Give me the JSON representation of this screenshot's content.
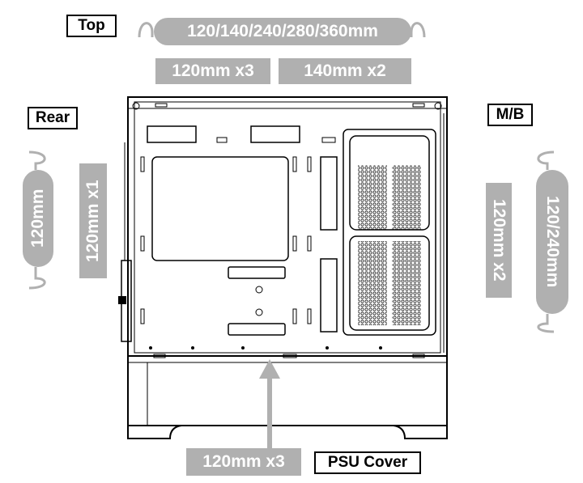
{
  "labels": {
    "top": "Top",
    "rear": "Rear",
    "mb": "M/B",
    "psu_cover": "PSU Cover"
  },
  "fans": {
    "top_radiator": "120/140/240/280/360mm",
    "top_fan_120": "120mm x3",
    "top_fan_140": "140mm x2",
    "rear_radiator": "120mm",
    "rear_fan": "120mm x1",
    "mb_fan": "120mm x2",
    "mb_radiator": "120/240mm",
    "bottom_fan": "120mm x3"
  },
  "colors": {
    "highlight_gray": "#b0b0b0",
    "line": "#000000"
  }
}
